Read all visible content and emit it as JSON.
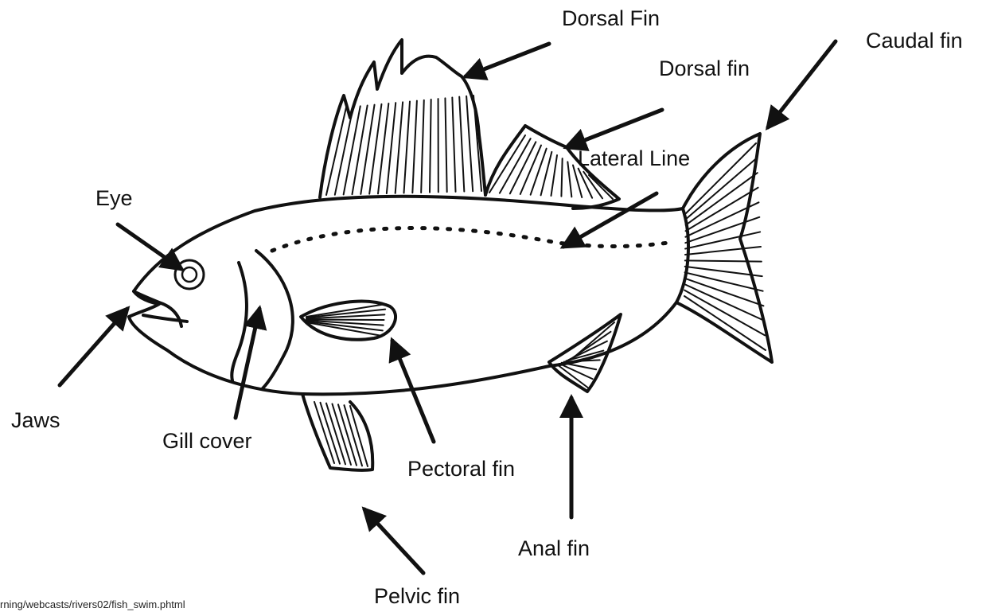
{
  "labels": {
    "dorsal_fin_1": "Dorsal Fin",
    "dorsal_fin_2": "Dorsal fin",
    "caudal_fin": "Caudal fin",
    "lateral_line": "Lateral Line",
    "eye": "Eye",
    "jaws": "Jaws",
    "gill_cover": "Gill cover",
    "pectoral_fin": "Pectoral fin",
    "anal_fin": "Anal fin",
    "pelvic_fin": "Pelvic fin"
  },
  "source_text": "rning/webcasts/rivers02/fish_swim.phtml",
  "colors": {
    "ink": "#111111",
    "background": "#ffffff"
  }
}
